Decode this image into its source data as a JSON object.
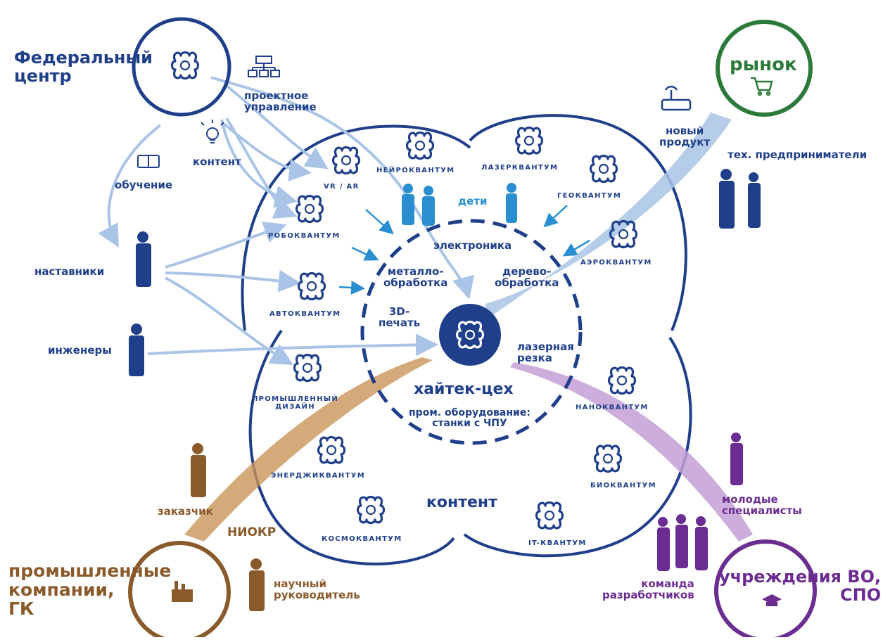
{
  "colors": {
    "navy": "#1f3f8a",
    "light_blue": "#a9c4e6",
    "sky": "#2a8fd0",
    "green": "#2c7a3a",
    "brown": "#8a5a2b",
    "brown_light": "#c9955a",
    "purple": "#6b2d91",
    "purple_light": "#c49fd6"
  },
  "nodes": {
    "federal": "Федеральный\nцентр",
    "market": "рынок",
    "industry": "промышленные\nкомпании,\nГК",
    "universities": "учреждения ВО,\nСПО",
    "hitech": "хайтек-цех",
    "equipment": "пром. оборудование:\nстанки с ЧПУ",
    "content_center": "контент"
  },
  "labels": {
    "project_mgmt": "проектное\nуправление",
    "content": "контент",
    "training": "обучение",
    "mentors": "наставники",
    "engineers": "инженеры",
    "new_product": "новый\nпродукт",
    "entrepreneurs": "тех. предприниматели",
    "children": "дети",
    "customer": "заказчик",
    "niokr": "НИОКР",
    "supervisor": "научный\nруководитель",
    "young_specialists": "молодые\nспециалисты",
    "dev_team": "команда\nразработчиков"
  },
  "workshop": {
    "electronics": "электроника",
    "metal": "металло-\nобработка",
    "wood": "дерево-\nобработка",
    "printing": "3D-\nпечать",
    "laser_cut": "лазерная\nрезка"
  },
  "quantums": {
    "vr_ar": "VR / AR",
    "neuro": "НЕЙРОКВАНТУМ",
    "laser": "ЛАЗЕРКВАНТУМ",
    "geo": "ГЕОКВАНТУМ",
    "aero": "АЭРОКВАНТУМ",
    "robo": "РОБОКВАНТУМ",
    "auto": "АВТОКВАНТУМ",
    "industrial_design": "ПРОМЫШЛЕННЫЙ\nДИЗАЙН",
    "energy": "ЭНЕРДЖИКВАНТУМ",
    "cosmo": "КОСМОКВАНТУМ",
    "nano": "НАНОКВАНТУМ",
    "bio": "БИОКВАНТУМ",
    "it": "IT-КВАНТУМ"
  }
}
